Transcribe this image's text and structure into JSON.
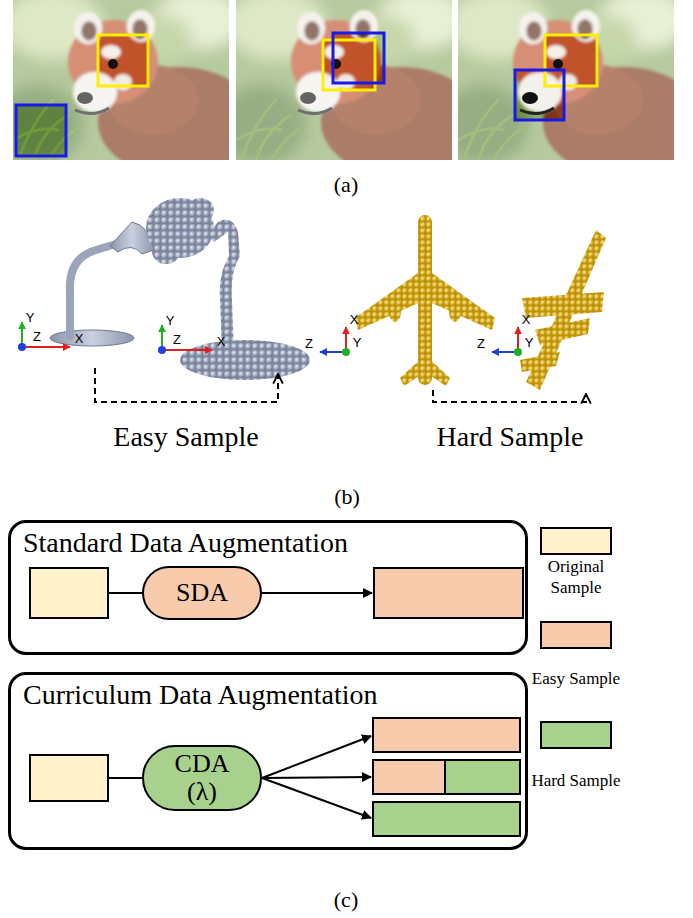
{
  "diagram": {
    "nodes": [
      {
        "text": [
          "Standard Data Augmentation"
        ]
      },
      {
        "text": [
          "SDA"
        ],
        "in": 0
      },
      {
        "text": [
          "Curriculum Data Augmentation"
        ]
      },
      {
        "text": [
          "CDA",
          "(λ)"
        ],
        "in": 2
      }
    ],
    "labels": [
      "(a)",
      "Y",
      "Z",
      "X",
      "Y",
      "Z",
      "X",
      "X",
      "Z",
      "Y",
      "X",
      "Z",
      "Y",
      "Easy Sample",
      "Hard Sample",
      "(b)",
      "(c)"
    ],
    "legend": [
      {
        "text": "Original Sample",
        "color": "#FFF2CC"
      },
      {
        "text": "Easy Sample",
        "color": "#F8CBAD"
      },
      {
        "text": "Hard Sample",
        "color": "#A9D18E"
      }
    ]
  }
}
